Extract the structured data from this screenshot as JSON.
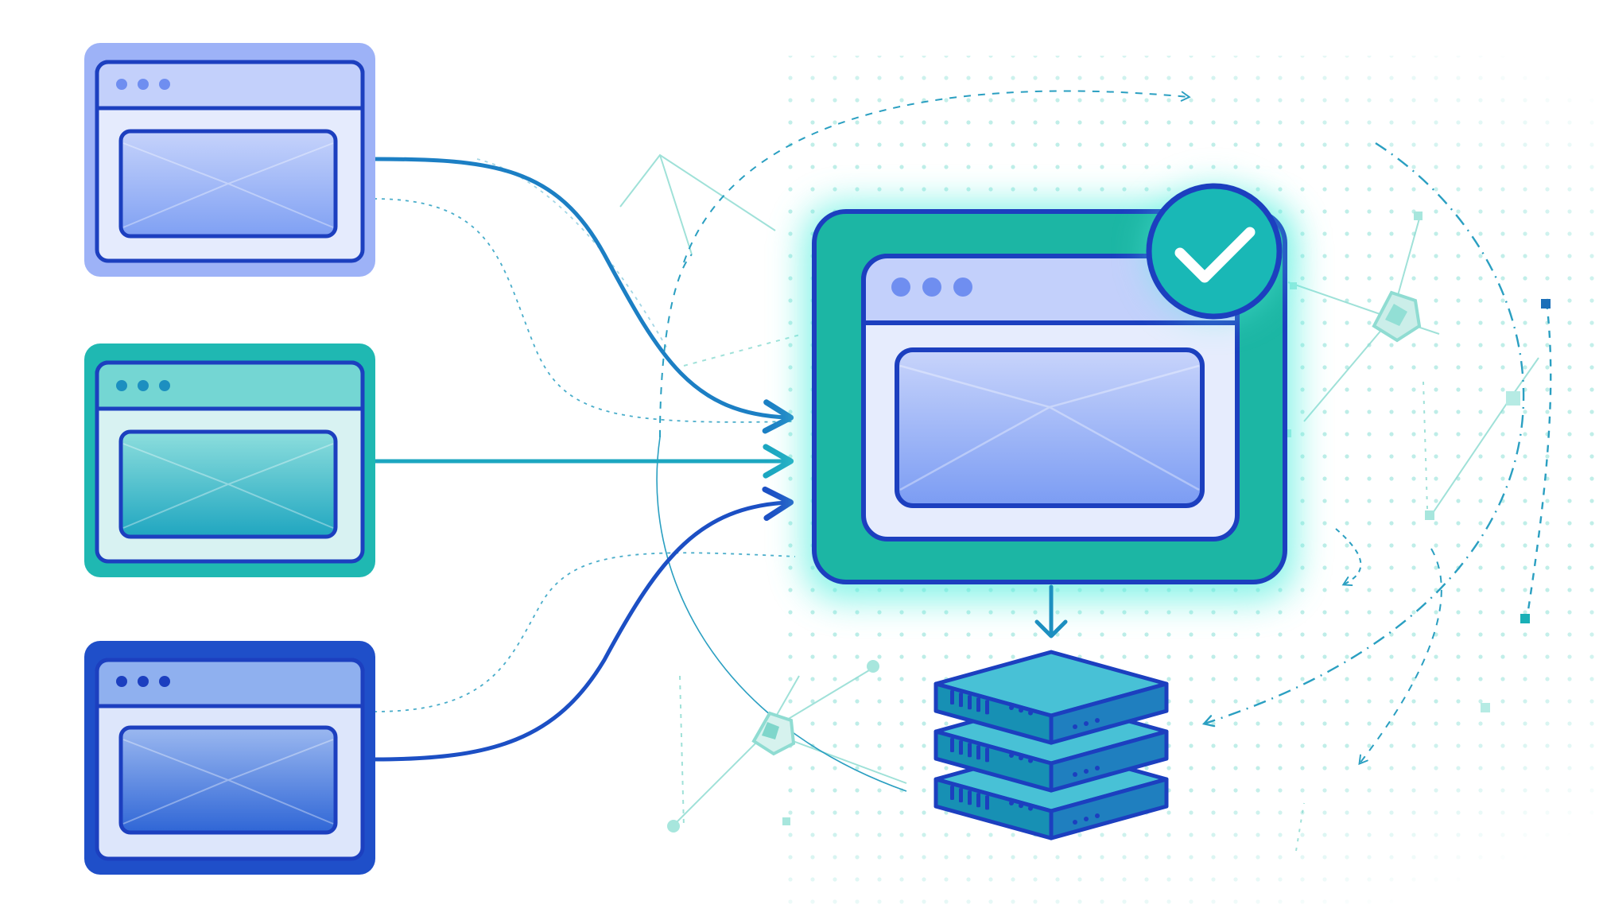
{
  "colors": {
    "background": "#ffffff",
    "periwinkle": "#9db2f7",
    "periwinkle_light": "#c3d0fb",
    "teal": "#1fb8b2",
    "teal_light": "#74d6d3",
    "royal_blue": "#1f4fc9",
    "royal_blue_light": "#8fb0ef",
    "outline": "#1c3fbf",
    "glow": "#5ff0e0",
    "hub_green": "#1cb6a4",
    "server_top": "#48c1d6",
    "server_side": "#1790b4",
    "check_fill": "#19b8b6",
    "dot_grid": "#b9ece6",
    "dash_line": "#2a9fc1",
    "faint_line": "#8fdcd2"
  },
  "icons": {
    "source_window_1": "browser-window-icon",
    "source_window_2": "browser-window-icon",
    "source_window_3": "browser-window-icon",
    "hub_window": "browser-window-icon",
    "check_badge": "checkmark-icon",
    "server": "server-stack-icon",
    "nodes": "network-node-icon"
  },
  "diagram": {
    "sources": [
      {
        "id": "source-1",
        "theme": "periwinkle"
      },
      {
        "id": "source-2",
        "theme": "teal"
      },
      {
        "id": "source-3",
        "theme": "royal-blue"
      }
    ],
    "hub": {
      "id": "hub",
      "status": "verified"
    },
    "storage": {
      "id": "server",
      "units": 3
    },
    "connections": [
      {
        "from": "source-1",
        "to": "hub"
      },
      {
        "from": "source-2",
        "to": "hub"
      },
      {
        "from": "source-3",
        "to": "hub"
      },
      {
        "from": "hub",
        "to": "server"
      }
    ]
  }
}
